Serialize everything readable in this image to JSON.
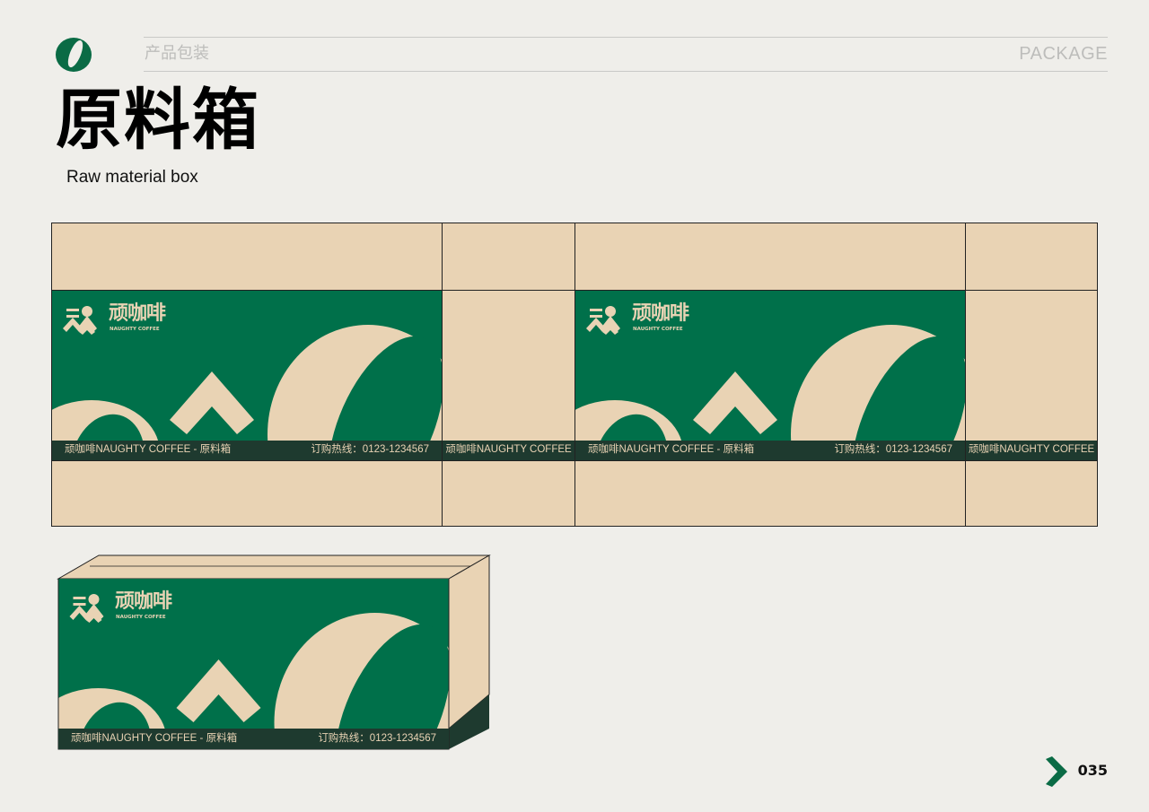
{
  "header": {
    "section_label": "产品包装",
    "section_label_en": "PACKAGE",
    "title": "原料箱",
    "subtitle": "Raw material box"
  },
  "colors": {
    "brand_green": "#00704a",
    "kraft": "#e9d3b4",
    "dark_strip": "#1e3a2f",
    "background": "#efeeea"
  },
  "brand": {
    "name_cn": "顽咖啡",
    "name_en": "NAUGHTY COFFEE"
  },
  "box": {
    "strip_left": "顽咖啡NAUGHTY COFFEE - 原料箱",
    "strip_right": "订购热线：0123-1234567",
    "side_strip": "顽咖啡NAUGHTY COFFEE"
  },
  "footer": {
    "page_number": "035",
    "arrow_icon": "chevron-right-icon"
  }
}
